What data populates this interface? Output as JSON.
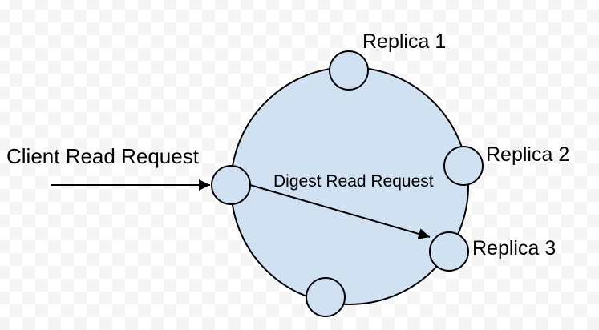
{
  "labels": {
    "client_read_request": "Client Read Request",
    "digest_read_request": "Digest Read Request",
    "replica_1": "Replica 1",
    "replica_2": "Replica 2",
    "replica_3": "Replica 3"
  },
  "colors": {
    "shape_fill": "#d0e1f2",
    "shape_outline": "#000000",
    "arrow": "#000000",
    "text": "#000000",
    "checker_light": "#ffffff",
    "checker_dark": "#f5f5f6"
  }
}
